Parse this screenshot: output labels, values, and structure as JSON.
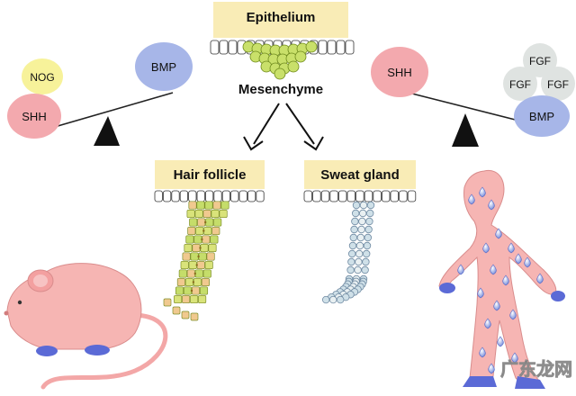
{
  "labels": {
    "epithelium": "Epithelium",
    "mesenchyme": "Mesenchyme",
    "hair_follicle": "Hair follicle",
    "sweat_gland": "Sweat gland"
  },
  "left_balance": {
    "low_side": [
      "NOG",
      "SHH"
    ],
    "high_side": [
      "BMP"
    ]
  },
  "right_balance": {
    "low_side": [
      "SHH"
    ],
    "high_side": [
      "FGF",
      "FGF",
      "FGF",
      "BMP"
    ]
  },
  "watermark": "广东龙网",
  "colors": {
    "label_box": "#f9ecb6",
    "cell_white": "#ffffff",
    "cell_green": "#c9e06a",
    "hair_cells": "#d9e37a",
    "sweat_cells": "#cfe0e8",
    "shh": "#f3a9ae",
    "nog": "#f7f29a",
    "bmp": "#a7b6e8",
    "fgf": "#dfe3e1",
    "skin": "#f6b5b3",
    "foot": "#5b6ad6",
    "drop": "#6f86d9"
  }
}
